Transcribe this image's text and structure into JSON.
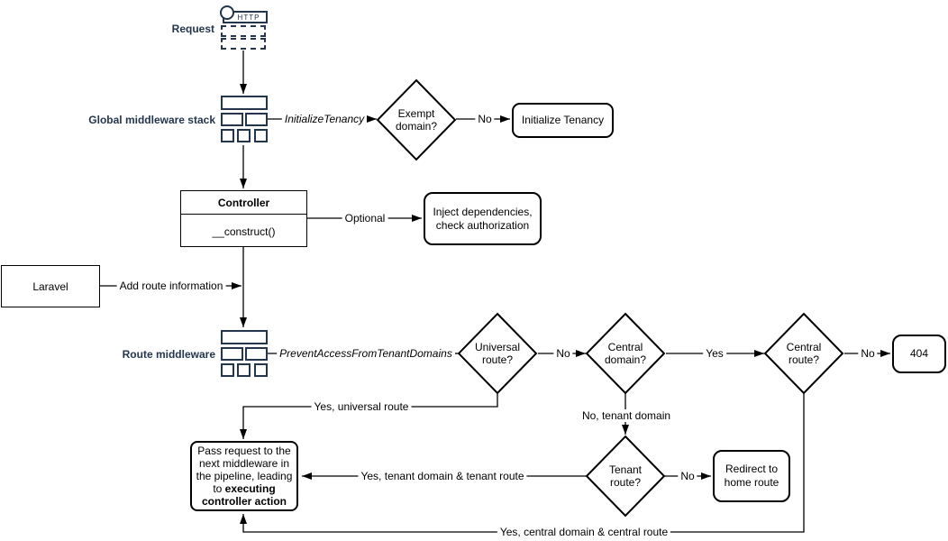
{
  "labels": {
    "request": "Request",
    "http": "HTTP",
    "global_middleware_stack": "Global middleware stack",
    "route_middleware": "Route middleware"
  },
  "shapes": {
    "exempt_domain": "Exempt domain?",
    "initialize_tenancy": "Initialize Tenancy",
    "controller_title": "Controller",
    "controller_body": "__construct()",
    "inject_dependencies": "Inject dependencies, check authorization",
    "laravel": "Laravel",
    "universal_route": "Universal route?",
    "central_domain": "Central domain?",
    "central_route": "Central route?",
    "error_404": "404",
    "tenant_route": "Tenant route?",
    "redirect_home": "Redirect to home route",
    "pass_request_text": "Pass request to the next middleware in the pipeline, leading to ",
    "pass_request_bold": "executing controller action"
  },
  "edges": {
    "initialize_tenancy_middleware": "InitializeTenancy",
    "exempt_no": "No",
    "optional": "Optional",
    "add_route_information": "Add route information",
    "prevent_access_middleware": "PreventAccessFromTenantDomains",
    "universal_no": "No",
    "central_domain_yes": "Yes",
    "central_route_no": "No",
    "universal_yes": "Yes, universal route",
    "central_domain_no": "No, tenant domain",
    "tenant_no": "No",
    "tenant_yes": "Yes, tenant domain & tenant route",
    "central_route_yes": "Yes, central domain & central route"
  },
  "colors": {
    "icon_stroke": "#23364e",
    "label_text": "#23364e",
    "shape_stroke": "#000000",
    "background": "#ffffff"
  }
}
